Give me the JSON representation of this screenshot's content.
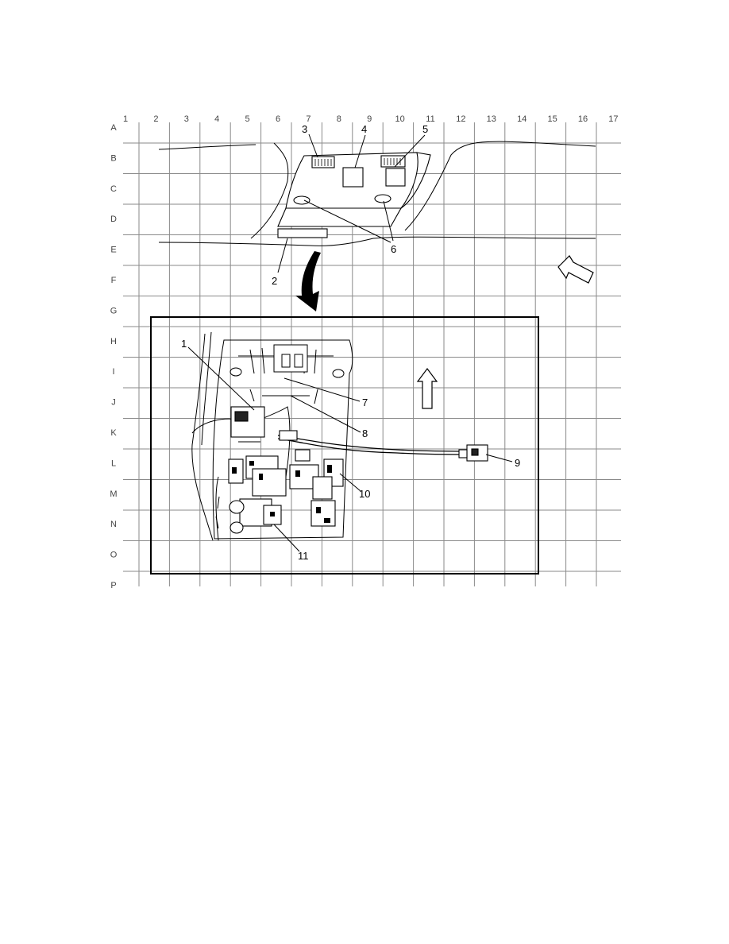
{
  "grid": {
    "columns": [
      "1",
      "2",
      "3",
      "4",
      "5",
      "6",
      "7",
      "8",
      "9",
      "10",
      "11",
      "12",
      "13",
      "14",
      "15",
      "16",
      "17"
    ],
    "rows": [
      "A",
      "B",
      "C",
      "D",
      "E",
      "F",
      "G",
      "H",
      "I",
      "J",
      "K",
      "L",
      "M",
      "N",
      "O",
      "P"
    ]
  },
  "callouts": [
    {
      "id": "c1",
      "text": "1"
    },
    {
      "id": "c2",
      "text": "2"
    },
    {
      "id": "c3",
      "text": "3"
    },
    {
      "id": "c4",
      "text": "4"
    },
    {
      "id": "c5",
      "text": "5"
    },
    {
      "id": "c6",
      "text": "6"
    },
    {
      "id": "c7",
      "text": "7"
    },
    {
      "id": "c8",
      "text": "8"
    },
    {
      "id": "c9",
      "text": "9"
    },
    {
      "id": "c10",
      "text": "10"
    },
    {
      "id": "c11",
      "text": "11"
    }
  ],
  "colors": {
    "line": "#000000",
    "grid": "#8a8a8a",
    "background": "#ffffff"
  }
}
